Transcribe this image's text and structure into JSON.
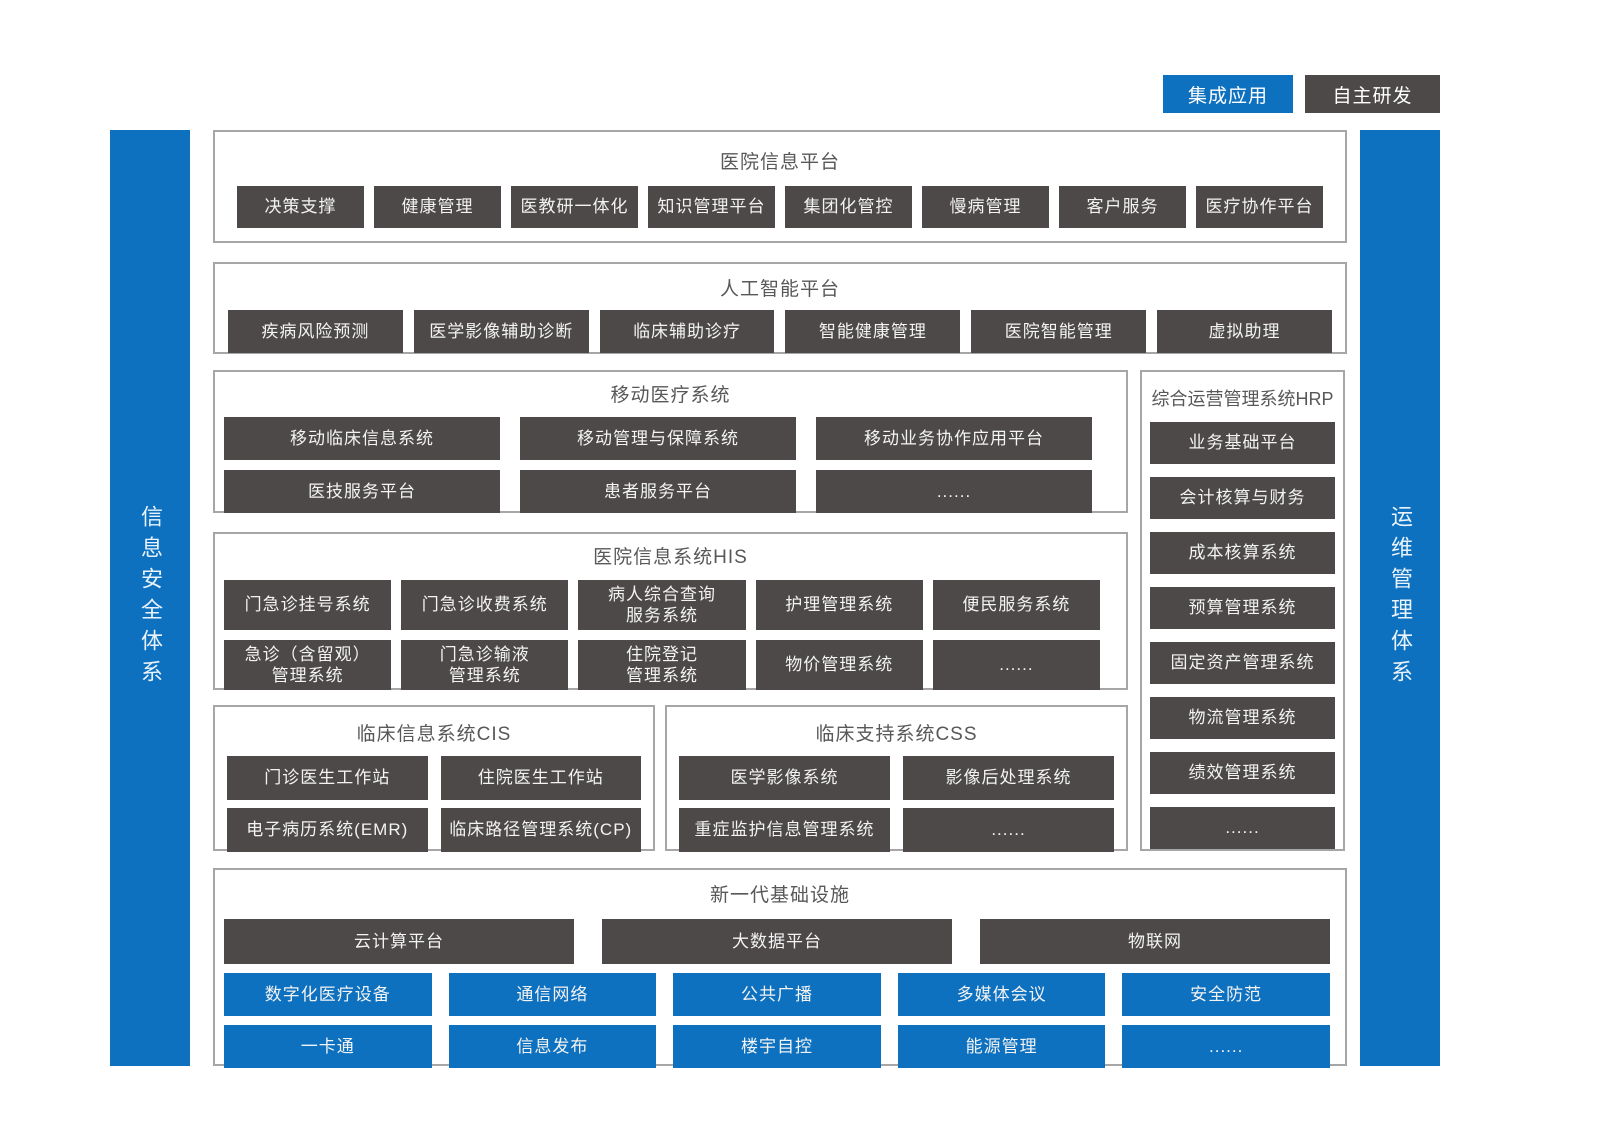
{
  "legend": {
    "integrated": "集成应用",
    "self_developed": "自主研发"
  },
  "colors": {
    "blue": "#0e71c0",
    "dark_gray": "#4c4948",
    "section_border": "#a6a6a6",
    "title_text": "#595757"
  },
  "side_bars": {
    "left": "信息安全体系",
    "right": "运维管理体系"
  },
  "sections": {
    "platform": {
      "title": "医院信息平台",
      "items": [
        "决策支撑",
        "健康管理",
        "医教研一体化",
        "知识管理平台",
        "集团化管控",
        "慢病管理",
        "客户服务",
        "医疗协作平台"
      ]
    },
    "ai": {
      "title": "人工智能平台",
      "items": [
        "疾病风险预测",
        "医学影像辅助诊断",
        "临床辅助诊疗",
        "智能健康管理",
        "医院智能管理",
        "虚拟助理"
      ]
    },
    "mobile": {
      "title": "移动医疗系统",
      "rows": [
        [
          "移动临床信息系统",
          "移动管理与保障系统",
          "移动业务协作应用平台"
        ],
        [
          "医技服务平台",
          "患者服务平台",
          "......"
        ]
      ]
    },
    "hrp": {
      "title": "综合运营管理系统HRP",
      "items": [
        "业务基础平台",
        "会计核算与财务",
        "成本核算系统",
        "预算管理系统",
        "固定资产管理系统",
        "物流管理系统",
        "绩效管理系统",
        "......"
      ]
    },
    "his": {
      "title": "医院信息系统HIS",
      "rows": [
        [
          "门急诊挂号系统",
          "门急诊收费系统",
          "病人综合查询\n服务系统",
          "护理管理系统",
          "便民服务系统"
        ],
        [
          "急诊（含留观）\n管理系统",
          "门急诊输液\n管理系统",
          "住院登记\n管理系统",
          "物价管理系统",
          "......"
        ]
      ]
    },
    "cis": {
      "title": "临床信息系统CIS",
      "rows": [
        [
          "门诊医生工作站",
          "住院医生工作站"
        ],
        [
          "电子病历系统(EMR)",
          "临床路径管理系统(CP)"
        ]
      ]
    },
    "css": {
      "title": "临床支持系统CSS",
      "rows": [
        [
          "医学影像系统",
          "影像后处理系统"
        ],
        [
          "重症监护信息管理系统",
          "......"
        ]
      ]
    },
    "infra": {
      "title": "新一代基础设施",
      "dark_row": [
        "云计算平台",
        "大数据平台",
        "物联网"
      ],
      "blue_rows": [
        [
          "数字化医疗设备",
          "通信网络",
          "公共广播",
          "多媒体会议",
          "安全防范"
        ],
        [
          "一卡通",
          "信息发布",
          "楼宇自控",
          "能源管理",
          "......"
        ]
      ]
    }
  }
}
